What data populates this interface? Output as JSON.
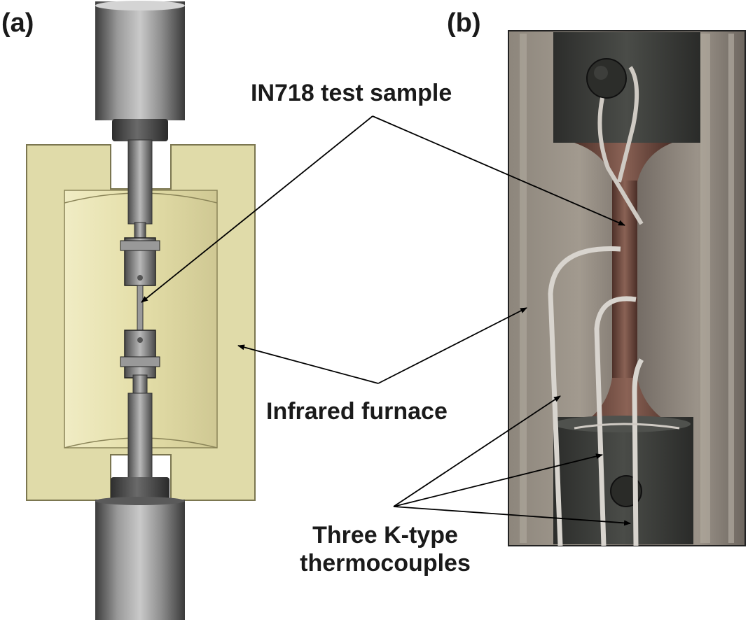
{
  "panels": {
    "a": "(a)",
    "b": "(b)"
  },
  "annotations": {
    "sample": "IN718 test sample",
    "furnace": "Infrared furnace",
    "thermocouples_line1": "Three K-type",
    "thermocouples_line2": "thermocouples"
  },
  "colors": {
    "furnace_body": "#e0dba9",
    "furnace_inner": "#d3cc94",
    "steel": "#8a8a8a",
    "photo_bg": "#7c746c",
    "thermocouple_wire": "#d6d2cc",
    "sample_specimen": "#6e4a3e"
  }
}
